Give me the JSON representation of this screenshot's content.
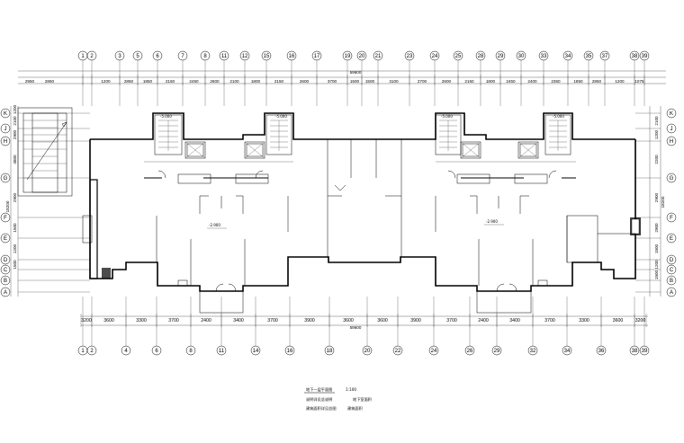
{
  "drawing": {
    "top_axes": [
      "1",
      "2",
      "3",
      "5",
      "6",
      "7",
      "8",
      "11",
      "12",
      "15",
      "16",
      "17",
      "19",
      "20",
      "21",
      "23",
      "24",
      "25",
      "28",
      "29",
      "30",
      "33",
      "34",
      "35",
      "37",
      "38",
      "39"
    ],
    "bottom_axes": [
      "1",
      "2",
      "4",
      "6",
      "8",
      "11",
      "14",
      "16",
      "18",
      "20",
      "22",
      "24",
      "26",
      "29",
      "32",
      "34",
      "36",
      "38",
      "39"
    ],
    "left_axes": [
      "K",
      "J",
      "H",
      "G",
      "F",
      "E",
      "D",
      "C",
      "B",
      "A"
    ],
    "right_axes": [
      "K",
      "J",
      "H",
      "G",
      "F",
      "E",
      "D",
      "C",
      "B",
      "A"
    ],
    "top_dims": [
      "2950",
      "2850",
      "1200",
      "2850",
      "1850",
      "2150",
      "2450",
      "2600",
      "2100",
      "1800",
      "2150",
      "2600",
      "3700",
      "1500",
      "1500",
      "3100",
      "2700",
      "2600",
      "2150",
      "1800",
      "2450",
      "2400",
      "2350",
      "1850",
      "2850",
      "1200",
      "1075"
    ],
    "top_total": "59600",
    "bottom_dims": [
      "3200",
      "3600",
      "3300",
      "3700",
      "2400",
      "3400",
      "3700",
      "3900",
      "3600",
      "3600",
      "3900",
      "3700",
      "2400",
      "3400",
      "3700",
      "3300",
      "3600",
      "3200"
    ],
    "bottom_total": "59600",
    "left_dims": [
      "1200",
      "2100",
      "2900",
      "4800",
      "2900",
      "1500",
      "1200",
      "1500"
    ],
    "left_total": "18200",
    "right_dims": [
      "2100",
      "1200",
      "2200",
      "2900",
      "2900",
      "1500",
      "1200",
      "1500"
    ],
    "right_total": "18200",
    "elevations": [
      "-2.900",
      "-2.900"
    ],
    "level_marks": [
      "-5.000",
      "-5.000",
      "-5.000",
      "-5.000"
    ],
    "title_block": {
      "title": "地下一层平面图",
      "scale": "1:100",
      "note1": "说明详见总说明",
      "note2": "建筑面积详见总图",
      "note3": "地下室面积",
      "note4": "建筑面积"
    }
  }
}
